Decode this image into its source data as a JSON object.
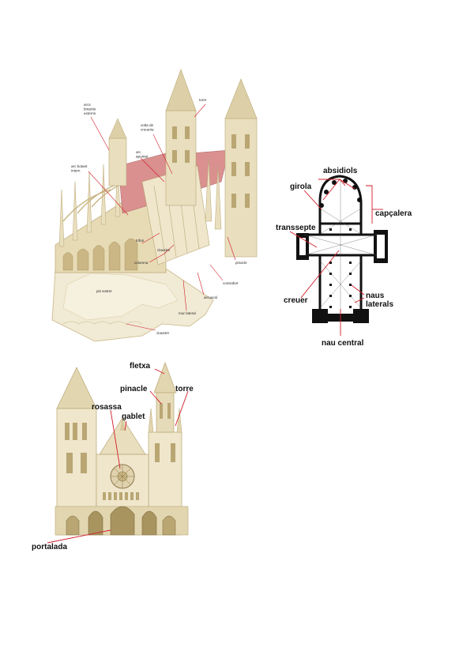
{
  "cutaway": {
    "labels": {
      "arc_boto_extern": "arcs\nbotants\nexterns",
      "torre": "torre",
      "volta": "volta de\ncreueria",
      "arc_apuntat": "arc\napuntat",
      "arc_boto_intern": "arc botant\nintern",
      "trifori": "trifori",
      "claustre": "claustre",
      "columna": "columna",
      "pinacle": "pinacle",
      "contrafort": "contrafort",
      "arcuacio": "arcuació",
      "mur_lateral": "mur lateral",
      "pis_sostre": "pis sostre",
      "claustre2": "claustre"
    }
  },
  "plan": {
    "labels": {
      "absidiols": "absidiols",
      "girola": "girola",
      "capcalera": "capçalera",
      "transsepte": "transsepte",
      "creuer": "creuer",
      "naus_laterals": "naus\nlaterals",
      "nau_central": "nau central"
    }
  },
  "facade": {
    "labels": {
      "fletxa": "fletxa",
      "pinacle": "pinacle",
      "torre": "torre",
      "rosassa": "rosassa",
      "gablet": "gablet",
      "portalada": "portalada"
    }
  },
  "colors": {
    "stone_light": "#efe6cc",
    "stone_mid": "#dccd9f",
    "stone_dark": "#b9a673",
    "roof_red": "#d9908f",
    "leader_red": "#d21d2a",
    "plan_black": "#111111"
  }
}
